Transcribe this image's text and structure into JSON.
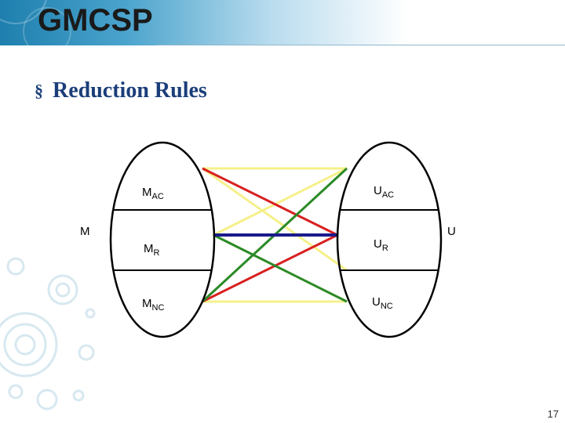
{
  "slide": {
    "title": "GMCSP",
    "bullet": "Reduction Rules",
    "page_number": "17"
  },
  "diagram": {
    "left_set": {
      "label": "M",
      "parts": [
        {
          "base": "M",
          "sub": "AC"
        },
        {
          "base": "M",
          "sub": "R"
        },
        {
          "base": "M",
          "sub": "NC"
        }
      ]
    },
    "right_set": {
      "label": "U",
      "parts": [
        {
          "base": "U",
          "sub": "AC"
        },
        {
          "base": "U",
          "sub": "R"
        },
        {
          "base": "U",
          "sub": "NC"
        }
      ]
    },
    "edge_colors": {
      "yellow": "#f5f08a",
      "red": "#d82020",
      "green": "#2a8a2a",
      "blue": "#1a1a8c"
    }
  }
}
